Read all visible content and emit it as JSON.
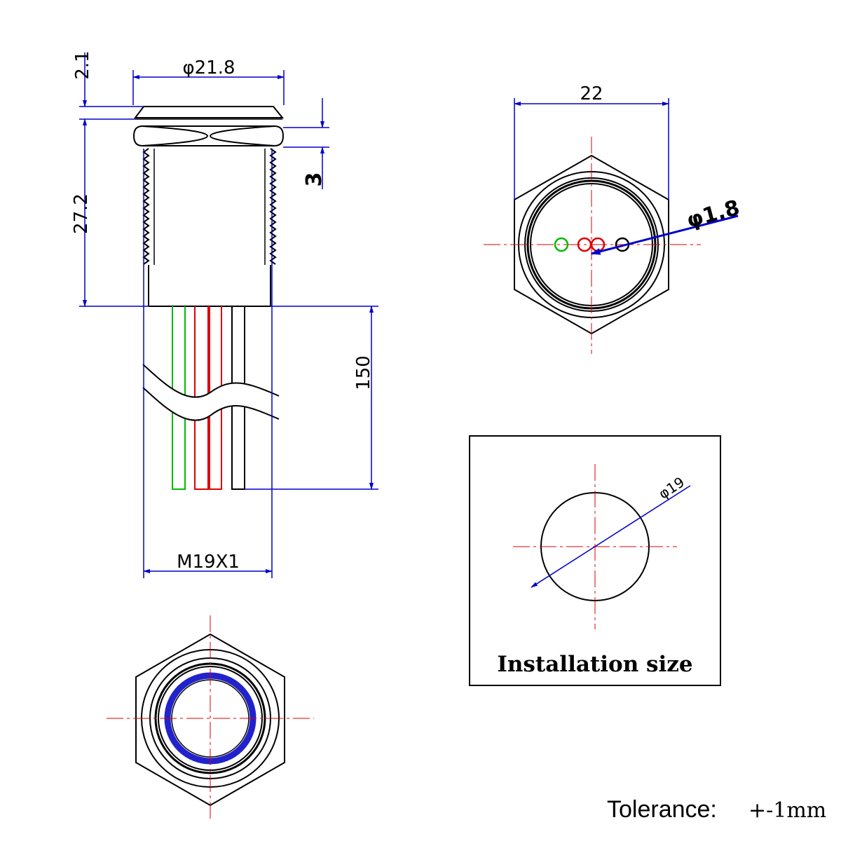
{
  "dimensions": {
    "flange_thickness": "2.1",
    "head_diameter": "φ21.8",
    "body_length": "27.2",
    "nut_thickness": "3",
    "wire_length": "150",
    "thread": "M19X1",
    "hex_width": "22",
    "pin_diameter": "φ1.8",
    "hole_diameter": "φ19"
  },
  "labels": {
    "installation_size": "Installation size",
    "tolerance_label": "Tolerance:",
    "tolerance_value": "+-1mm"
  },
  "colors": {
    "outline": "#000000",
    "dimension": "#0000cc",
    "centerline": "#dd0000",
    "wire_green": "#00bb00",
    "wire_red": "#dd0000",
    "wire_black": "#000000",
    "led_ring": "#2222cc"
  }
}
